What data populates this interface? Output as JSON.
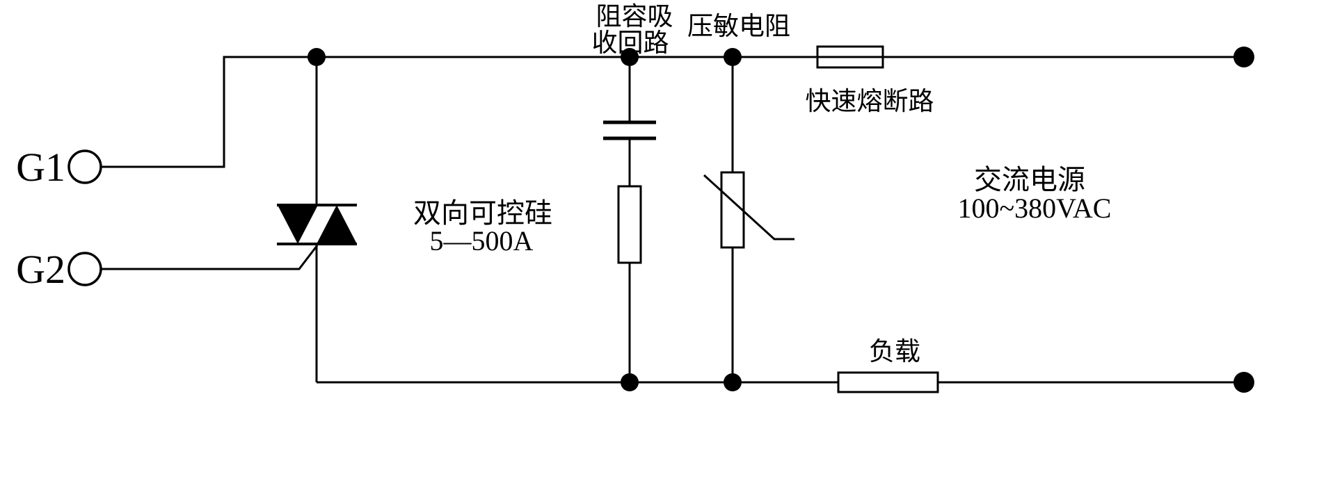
{
  "diagram": {
    "type": "circuit-schematic",
    "background_color": "#ffffff",
    "line_color": "#000000",
    "terminals": {
      "g1": "G1",
      "g2": "G2"
    },
    "components": {
      "triac": {
        "name": "双向可控硅",
        "rating": "5—500A"
      },
      "snubber": {
        "label_line1": "阻容吸",
        "label_line2": "收回路"
      },
      "varistor": {
        "label": "压敏电阻"
      },
      "fuse": {
        "label": "快速熔断路"
      },
      "load": {
        "label": "负载"
      },
      "ac_source": {
        "label": "交流电源",
        "voltage_range": "100~380VAC"
      }
    }
  }
}
